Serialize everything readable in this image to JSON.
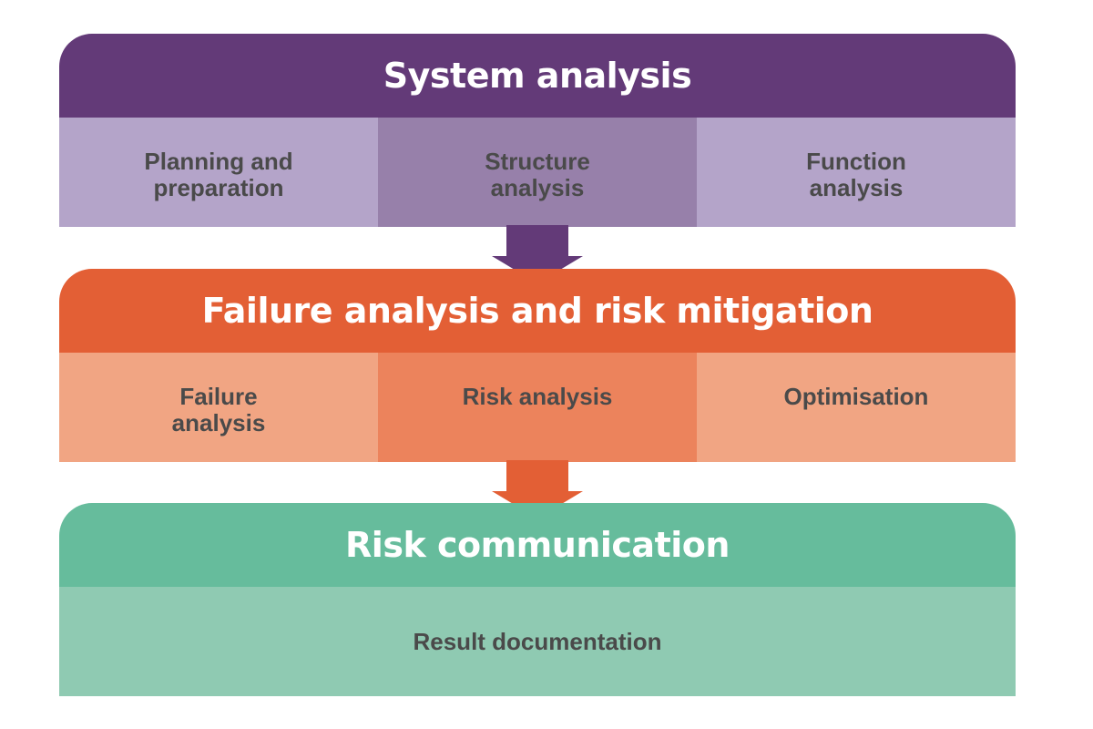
{
  "sections": [
    {
      "title": "System analysis",
      "color": "#633a78",
      "steps": [
        {
          "label": "Planning and\npreparation"
        },
        {
          "label": "Structure\nanalysis"
        },
        {
          "label": "Function\nanalysis"
        }
      ]
    },
    {
      "title": "Failure analysis and risk mitigation",
      "color": "#e35f35",
      "steps": [
        {
          "label": "Failure\nanalysis"
        },
        {
          "label": "Risk analysis"
        },
        {
          "label": "Optimisation"
        }
      ]
    },
    {
      "title": "Risk communication",
      "color": "#66bc9c",
      "steps": [
        {
          "label": "Result documentation"
        }
      ]
    }
  ]
}
